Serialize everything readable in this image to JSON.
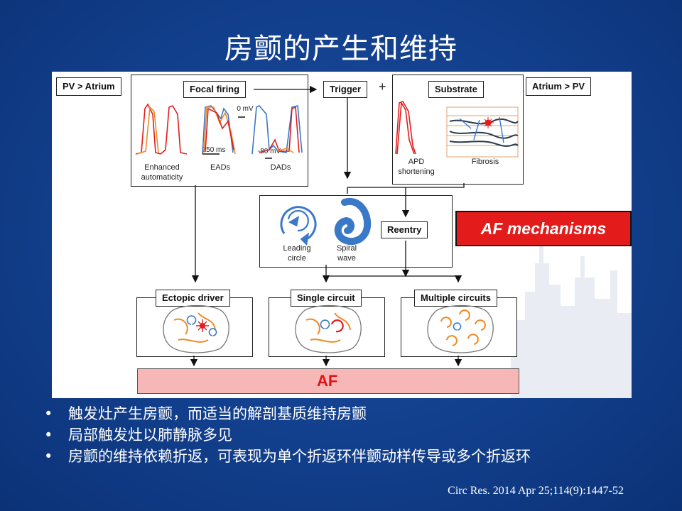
{
  "slide": {
    "title": "房颤的产生和维持",
    "bullets": [
      "触发灶产生房颤，而适当的解剖基质维持房颤",
      "局部触发灶以肺静脉多见",
      "房颤的维持依赖折返，可表现为单个折返环伴颤动样传导或多个折返环"
    ],
    "bullet_symbol": "•",
    "citation": "Circ Res. 2014 Apr 25;114(9):1447-52"
  },
  "diagram": {
    "pv_atrium": "PV > Atrium",
    "atrium_pv": "Atrium > PV",
    "focal_firing": "Focal firing",
    "trigger": "Trigger",
    "plus": "+",
    "substrate": "Substrate",
    "enhanced_automaticity": "Enhanced automaticity",
    "eads": "EADs",
    "dads": "DADs",
    "zero_mv": "0 mV",
    "ms250": "250 ms",
    "neg80_mv": "-80 mV",
    "apd_shortening": "APD shortening",
    "fibrosis": "Fibrosis",
    "leading_circle": "Leading circle",
    "spiral_wave": "Spiral wave",
    "reentry": "Reentry",
    "af_mechanisms": "AF mechanisms",
    "ectopic_driver": "Ectopic driver",
    "single_circuit": "Single circuit",
    "multiple_circuits": "Multiple circuits",
    "af": "AF"
  },
  "colors": {
    "background": "#0f3d8c",
    "red_trace": "#e11d1d",
    "orange_trace": "#f08a24",
    "blue_trace": "#3a78c8",
    "af_banner": "#e31b1b",
    "af_bar": "#f7b7b7"
  }
}
